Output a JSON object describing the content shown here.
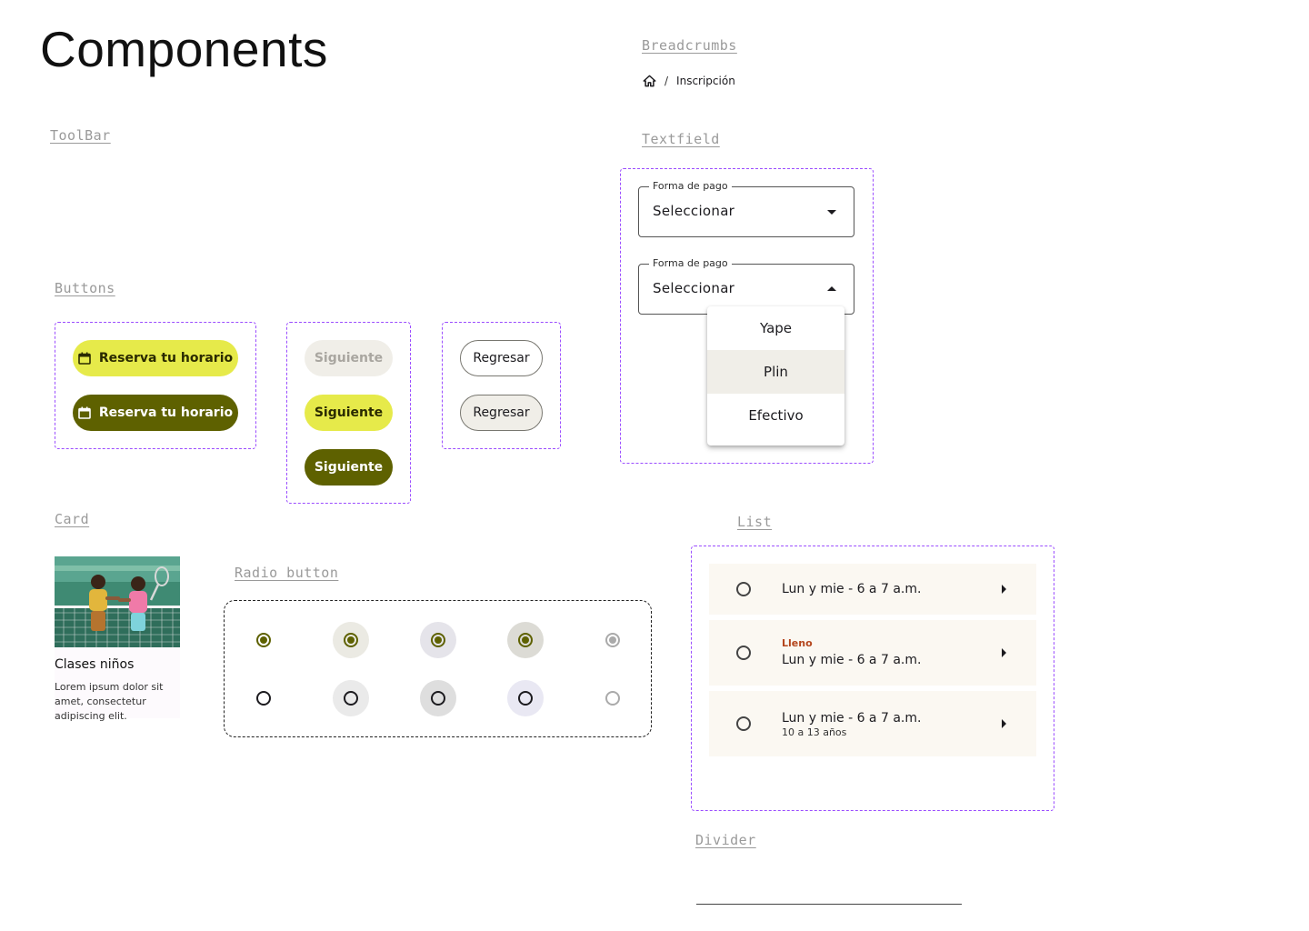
{
  "page": {
    "title": "Components"
  },
  "sections": {
    "breadcrumbs": "Breadcrumbs",
    "toolbar": "ToolBar",
    "textfield": "Textfield",
    "buttons": "Buttons",
    "card": "Card",
    "radio": "Radio button",
    "list": "List",
    "divider": "Divider"
  },
  "breadcrumb": {
    "home_icon": "home-icon",
    "separator": "/",
    "current": "Inscripción"
  },
  "buttons": {
    "reserva": "Reserva tu horario",
    "siguiente": "Siguiente",
    "regresar": "Regresar"
  },
  "textfield": {
    "label": "Forma de pago",
    "value": "Seleccionar",
    "options": [
      "Yape",
      "Plin",
      "Efectivo"
    ],
    "selected_option": "Plin"
  },
  "card": {
    "title": "Clases niños",
    "body": "Lorem ipsum dolor sit amet, consectetur adipiscing elit."
  },
  "list": {
    "items": [
      {
        "text": "Lun y mie - 6 a 7 a.m."
      },
      {
        "overline": "Lleno",
        "text": "Lun y mie - 6 a 7 a.m."
      },
      {
        "text": "Lun y mie - 6 a 7 a.m.",
        "secondary": "10 a 13 años"
      }
    ]
  },
  "colors": {
    "accent_yellow": "#e6ea4a",
    "olive": "#5e6100",
    "dashed_border": "#9b4dff",
    "list_bg": "#fbf8f2",
    "overline": "#b4451c"
  }
}
